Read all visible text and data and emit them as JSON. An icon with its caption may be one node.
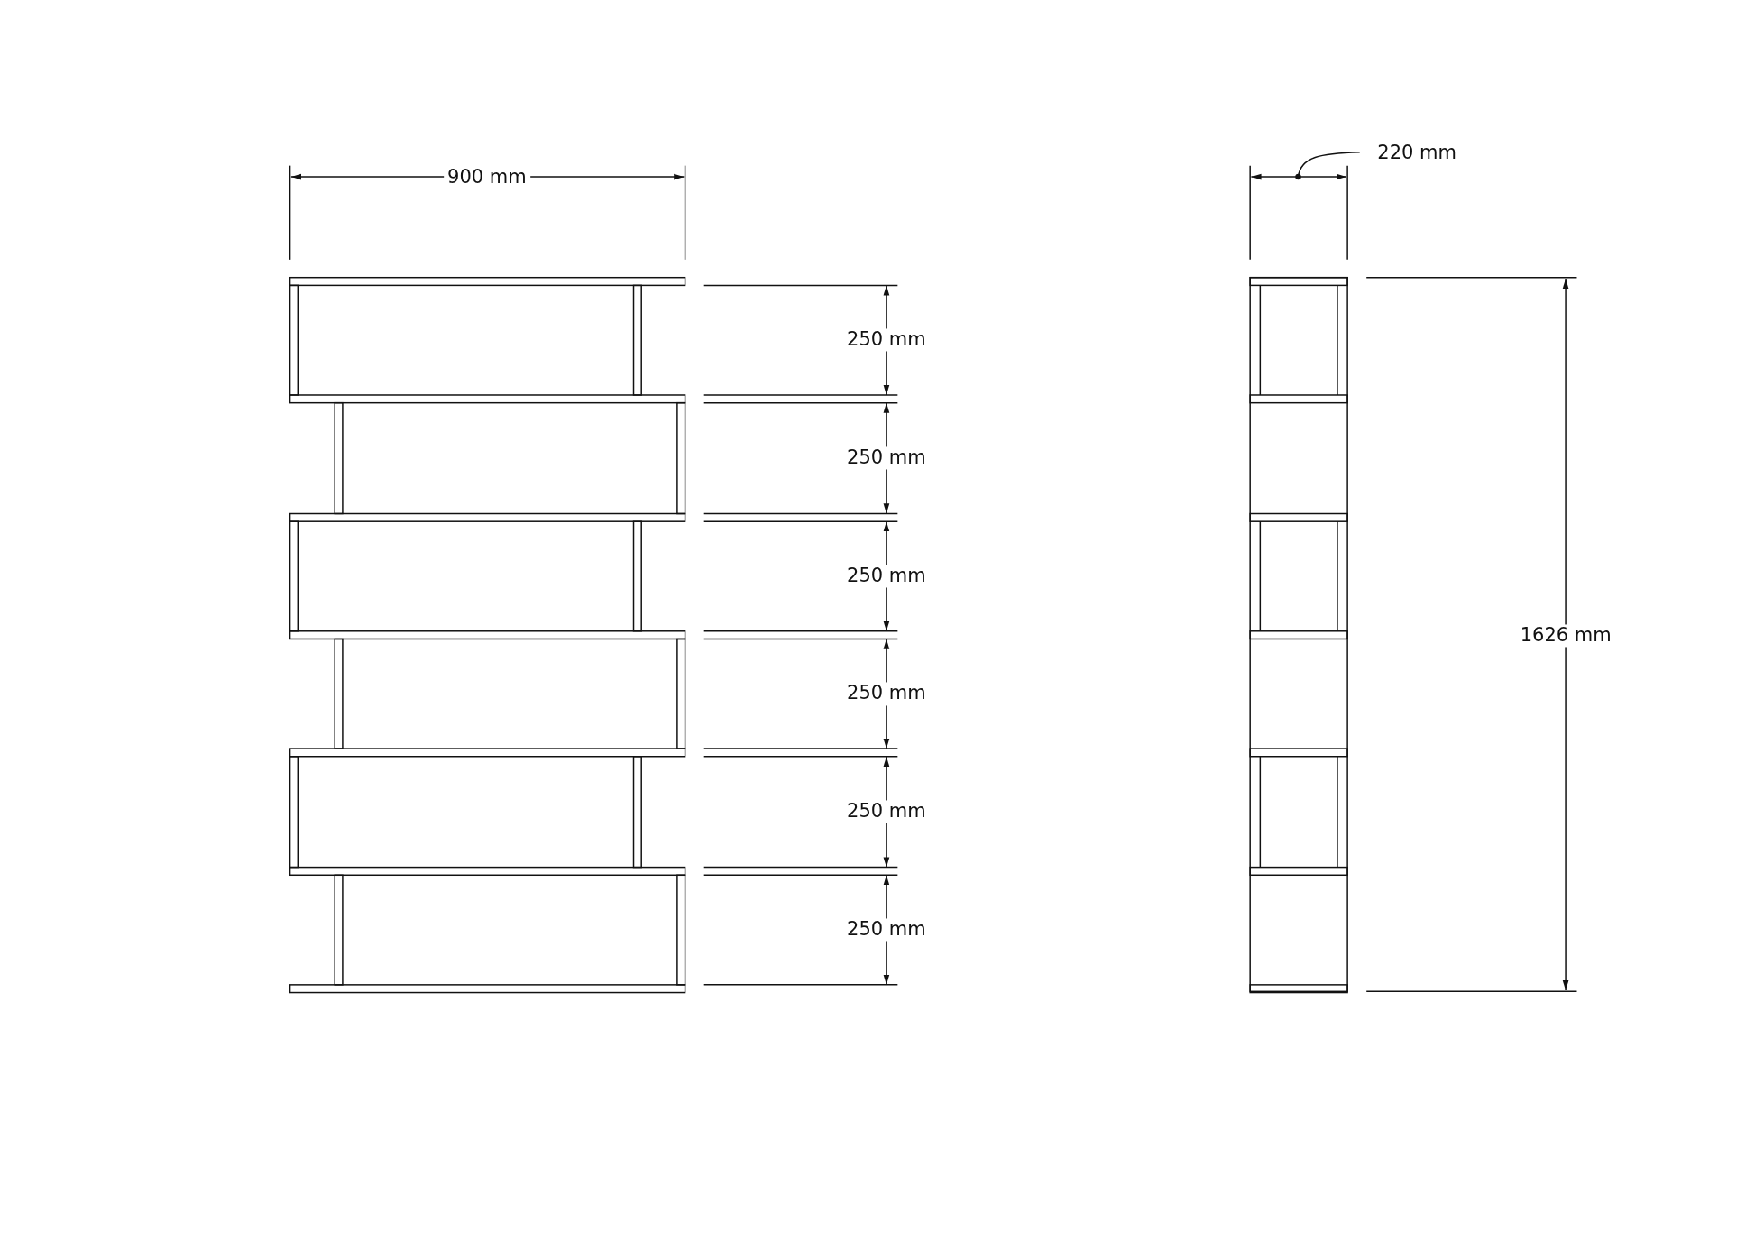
{
  "diagram": {
    "labels": [
      "900 mm",
      "220 mm",
      "250 mm",
      "250 mm",
      "250 mm",
      "1626 mm",
      "250 mm",
      "250 mm",
      "250 mm"
    ]
  }
}
